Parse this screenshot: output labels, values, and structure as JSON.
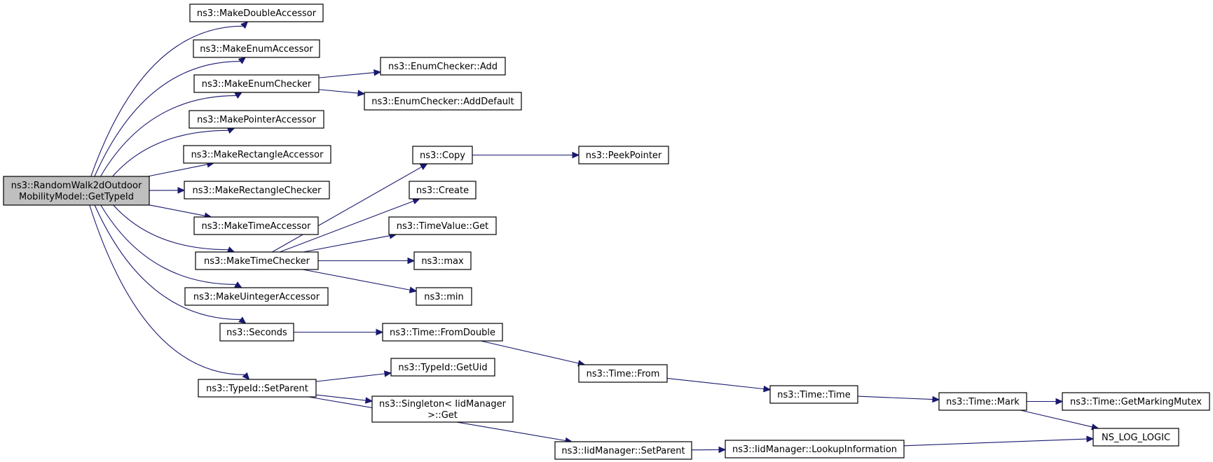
{
  "colors": {
    "edge": "#191970",
    "root_fill": "#bfbfbf",
    "node_fill": "#ffffff",
    "border": "#000000"
  },
  "nodes": [
    {
      "id": "root",
      "lines": [
        "ns3::RandomWalk2dOutdoor",
        "MobilityModel::GetTypeId"
      ],
      "root": true
    },
    {
      "id": "makedouble",
      "lines": [
        "ns3::MakeDoubleAccessor"
      ]
    },
    {
      "id": "makeenumacc",
      "lines": [
        "ns3::MakeEnumAccessor"
      ]
    },
    {
      "id": "makeenumchk",
      "lines": [
        "ns3::MakeEnumChecker"
      ]
    },
    {
      "id": "makeptracc",
      "lines": [
        "ns3::MakePointerAccessor"
      ]
    },
    {
      "id": "makerectacc",
      "lines": [
        "ns3::MakeRectangleAccessor"
      ]
    },
    {
      "id": "makerectchk",
      "lines": [
        "ns3::MakeRectangleChecker"
      ]
    },
    {
      "id": "maketimeacc",
      "lines": [
        "ns3::MakeTimeAccessor"
      ]
    },
    {
      "id": "maketimechk",
      "lines": [
        "ns3::MakeTimeChecker"
      ]
    },
    {
      "id": "makeuintacc",
      "lines": [
        "ns3::MakeUintegerAccessor"
      ]
    },
    {
      "id": "seconds",
      "lines": [
        "ns3::Seconds"
      ]
    },
    {
      "id": "typeidsetparent",
      "lines": [
        "ns3::TypeId::SetParent"
      ]
    },
    {
      "id": "enumadd",
      "lines": [
        "ns3::EnumChecker::Add"
      ]
    },
    {
      "id": "enumadddefault",
      "lines": [
        "ns3::EnumChecker::AddDefault"
      ]
    },
    {
      "id": "copy",
      "lines": [
        "ns3::Copy"
      ]
    },
    {
      "id": "create",
      "lines": [
        "ns3::Create"
      ]
    },
    {
      "id": "timevalueget",
      "lines": [
        "ns3::TimeValue::Get"
      ]
    },
    {
      "id": "max",
      "lines": [
        "ns3::max"
      ]
    },
    {
      "id": "min",
      "lines": [
        "ns3::min"
      ]
    },
    {
      "id": "fromdouble",
      "lines": [
        "ns3::Time::FromDouble"
      ]
    },
    {
      "id": "getuid",
      "lines": [
        "ns3::TypeId::GetUid"
      ]
    },
    {
      "id": "singletonget",
      "lines": [
        "ns3::Singleton< IidManager",
        ">::Get"
      ]
    },
    {
      "id": "iidsetparent",
      "lines": [
        "ns3::IidManager::SetParent"
      ]
    },
    {
      "id": "peekpointer",
      "lines": [
        "ns3::PeekPointer"
      ]
    },
    {
      "id": "timefrom",
      "lines": [
        "ns3::Time::From"
      ]
    },
    {
      "id": "timetime",
      "lines": [
        "ns3::Time::Time"
      ]
    },
    {
      "id": "lookupinfo",
      "lines": [
        "ns3::IidManager::LookupInformation"
      ]
    },
    {
      "id": "timemark",
      "lines": [
        "ns3::Time::Mark"
      ]
    },
    {
      "id": "getmarkingmutex",
      "lines": [
        "ns3::Time::GetMarkingMutex"
      ]
    },
    {
      "id": "nslog",
      "lines": [
        "NS_LOG_LOGIC"
      ]
    }
  ],
  "edges": [
    {
      "from": "root",
      "to": "makedouble"
    },
    {
      "from": "root",
      "to": "makeenumacc"
    },
    {
      "from": "root",
      "to": "makeenumchk"
    },
    {
      "from": "root",
      "to": "makeptracc"
    },
    {
      "from": "root",
      "to": "makerectacc"
    },
    {
      "from": "root",
      "to": "makerectchk"
    },
    {
      "from": "root",
      "to": "maketimeacc"
    },
    {
      "from": "root",
      "to": "maketimechk"
    },
    {
      "from": "root",
      "to": "makeuintacc"
    },
    {
      "from": "root",
      "to": "seconds"
    },
    {
      "from": "root",
      "to": "typeidsetparent"
    },
    {
      "from": "makeenumchk",
      "to": "enumadd"
    },
    {
      "from": "makeenumchk",
      "to": "enumadddefault"
    },
    {
      "from": "maketimechk",
      "to": "copy"
    },
    {
      "from": "maketimechk",
      "to": "create"
    },
    {
      "from": "maketimechk",
      "to": "timevalueget"
    },
    {
      "from": "maketimechk",
      "to": "max"
    },
    {
      "from": "maketimechk",
      "to": "min"
    },
    {
      "from": "copy",
      "to": "peekpointer"
    },
    {
      "from": "seconds",
      "to": "fromdouble"
    },
    {
      "from": "fromdouble",
      "to": "timefrom"
    },
    {
      "from": "timefrom",
      "to": "timetime"
    },
    {
      "from": "timetime",
      "to": "timemark"
    },
    {
      "from": "timemark",
      "to": "getmarkingmutex"
    },
    {
      "from": "timemark",
      "to": "nslog"
    },
    {
      "from": "typeidsetparent",
      "to": "getuid"
    },
    {
      "from": "typeidsetparent",
      "to": "singletonget"
    },
    {
      "from": "typeidsetparent",
      "to": "iidsetparent"
    },
    {
      "from": "iidsetparent",
      "to": "lookupinfo"
    },
    {
      "from": "lookupinfo",
      "to": "nslog"
    }
  ]
}
